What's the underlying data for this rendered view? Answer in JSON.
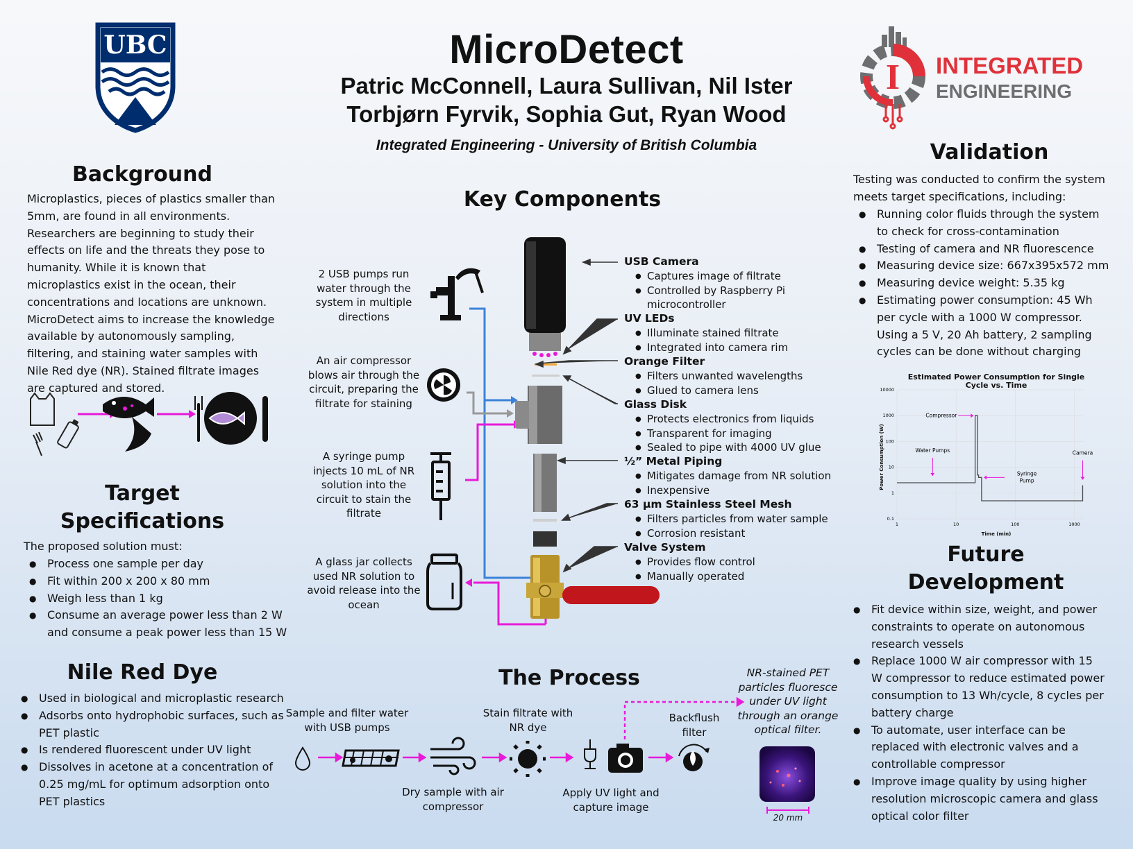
{
  "header": {
    "title": "MicroDetect",
    "authors_line1": "Patric McConnell, Laura Sullivan, Nil Ister",
    "authors_line2": "Torbjørn Fyrvik, Sophia Gut, Ryan Wood",
    "affiliation": "Integrated Engineering - University of British Columbia",
    "logo_left_text": "UBC",
    "logo_right_line1": "INTEGRATED",
    "logo_right_line2": "ENGINEERING"
  },
  "background": {
    "title": "Background",
    "text": "Microplastics, pieces of plastics smaller than 5mm, are found in all environments. Researchers are beginning to study their effects on life and the threats they pose to humanity. While it is known that microplastics exist in the ocean, their concentrations and locations are unknown. MicroDetect aims to increase the knowledge available by autonomously sampling, filtering, and staining water samples with Nile Red dye (NR). Stained filtrate images are captured and stored."
  },
  "targets": {
    "title_line1": "Target",
    "title_line2": "Specifications",
    "intro": "The proposed solution must:",
    "items": [
      "Process one sample per day",
      "Fit within 200 x 200 x 80 mm",
      "Weigh less than 1 kg",
      "Consume an average power less than 2 W and consume a peak power less than 15 W"
    ]
  },
  "nile_red": {
    "title": "Nile Red Dye",
    "items": [
      "Used in biological and microplastic research",
      "Adsorbs onto hydrophobic surfaces, such as PET plastic",
      "Is rendered fluorescent under UV light",
      "Dissolves in acetone at a concentration of 0.25 mg/mL for optimum adsorption onto PET plastics"
    ]
  },
  "key_components": {
    "title": "Key Components",
    "left_labels": [
      "2 USB pumps run water through the system in multiple directions",
      "An air compressor blows air through the circuit, preparing the filtrate for staining",
      "A syringe pump injects 10 mL of NR solution into the circuit to stain the filtrate",
      "A glass jar collects used NR solution to avoid release into the ocean"
    ],
    "components": [
      {
        "name": "USB Camera",
        "items": [
          "Captures image of filtrate",
          "Controlled by Raspberry Pi microcontroller"
        ]
      },
      {
        "name": "UV LEDs",
        "items": [
          "Illuminate stained filtrate",
          "Integrated into camera rim"
        ]
      },
      {
        "name": "Orange Filter",
        "items": [
          "Filters unwanted wavelengths",
          "Glued to camera lens"
        ]
      },
      {
        "name": "Glass Disk",
        "items": [
          "Protects electronics from liquids",
          "Transparent for imaging",
          "Sealed to pipe with 4000 UV glue"
        ]
      },
      {
        "name": "½” Metal Piping",
        "items": [
          "Mitigates damage from NR solution",
          "Inexpensive"
        ]
      },
      {
        "name": "63 µm Stainless Steel Mesh",
        "items": [
          "Filters particles from water sample",
          "Corrosion resistant"
        ]
      },
      {
        "name": "Valve System",
        "items": [
          "Provides flow control",
          "Manually operated"
        ]
      }
    ]
  },
  "process": {
    "title": "The Process",
    "step1": "Sample and filter water with USB pumps",
    "step2": "Dry sample with air compressor",
    "step3": "Stain filtrate with NR dye",
    "step4": "Apply UV light and capture image",
    "step5": "Backflush filter",
    "result": "NR-stained PET particles fluoresce under UV light through an orange optical filter.",
    "scale": "20 mm"
  },
  "validation": {
    "title": "Validation",
    "intro": "Testing was conducted to confirm the system meets target specifications, including:",
    "items": [
      "Running color fluids through the system to check for cross-contamination",
      "Testing of camera and NR fluorescence",
      "Measuring device size: 667x395x572 mm",
      "Measuring device weight: 5.35 kg",
      "Estimating power consumption: 45 Wh per cycle with a 1000 W compressor. Using a 5 V, 20 Ah battery, 2 sampling cycles can be done without charging"
    ]
  },
  "chart_data": {
    "type": "line",
    "title": "Estimated Power Consumption for Single Cycle vs. Time",
    "xlabel": "Time (min)",
    "ylabel": "Power Consumption (W)",
    "x_scale": "log",
    "y_scale": "log",
    "xlim": [
      1,
      1400
    ],
    "ylim": [
      0.1,
      10000
    ],
    "x_ticks": [
      "1",
      "10",
      "100",
      "1000"
    ],
    "y_ticks": [
      "0.1",
      "1",
      "10",
      "100",
      "1000",
      "10000"
    ],
    "grid": true,
    "series": [
      {
        "x": [
          1,
          21,
          21,
          23,
          23,
          24,
          24,
          27,
          27,
          1380,
          1380
        ],
        "y": [
          2.5,
          2.5,
          1000,
          1000,
          5,
          5,
          4,
          4,
          0.5,
          0.5,
          2
        ],
        "color": "#4a4a4a"
      }
    ],
    "annotations": [
      {
        "text": "Compressor",
        "x": 22,
        "y": 1000
      },
      {
        "text": "Water Pumps",
        "x": 4,
        "y": 2.5
      },
      {
        "text": "Syringe Pump",
        "x": 25,
        "y": 4
      },
      {
        "text": "Camera",
        "x": 1380,
        "y": 2
      }
    ],
    "annotation_color": "#e81ad9"
  },
  "future": {
    "title_line1": "Future",
    "title_line2": "Development",
    "items": [
      "Fit device within size, weight, and power constraints to operate on autonomous research vessels",
      "Replace 1000 W air compressor with 15 W compressor to reduce estimated power consumption to 13 Wh/cycle, 8 cycles per battery charge",
      "To automate, user interface can be replaced with electronic valves and a controllable compressor",
      "Improve image quality by using higher resolution microscopic camera and glass optical color filter"
    ]
  },
  "colors": {
    "magenta": "#e81ad9",
    "blue": "#3b82d8",
    "ubc_blue": "#002d6e",
    "ie_red": "#e0313a",
    "ie_gray": "#6d6e70"
  }
}
